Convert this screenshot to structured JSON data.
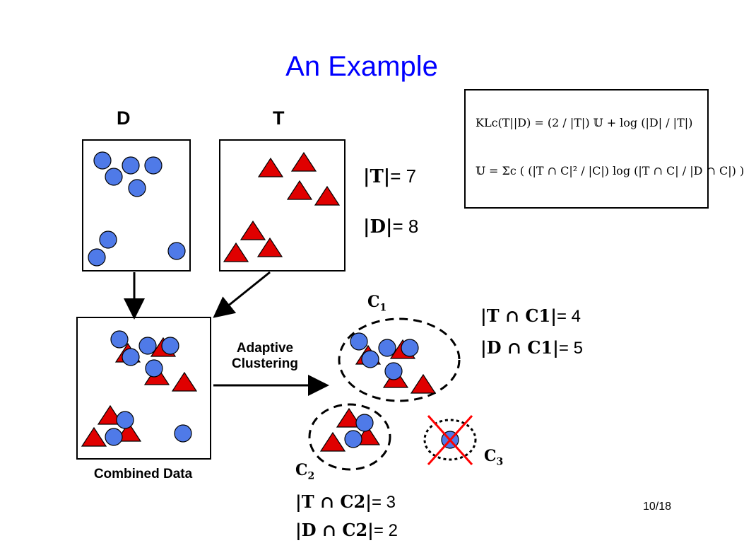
{
  "title": "An Example",
  "set_labels": {
    "d": "D",
    "t": "T"
  },
  "formula": {
    "line1": "KLc(T||D) = (2 / |T|) 𝕌 + log (|D| / |T|)",
    "line2": "𝕌 = Σc ( (|T ∩ C|² / |C|) log (|T ∩ C| / |D ∩ C|) )"
  },
  "counts": {
    "t_size": {
      "symbol": "|T|",
      "text": "= 7"
    },
    "d_size": {
      "symbol": "|D|",
      "text": "= 8"
    },
    "t_c1": {
      "symbol": "|T ∩ C1|",
      "text": "= 4"
    },
    "d_c1": {
      "symbol": "|D ∩ C1|",
      "text": "= 5"
    },
    "t_c2": {
      "symbol": "|T ∩ C2|",
      "text": "= 3"
    },
    "d_c2": {
      "symbol": "|D ∩ C2|",
      "text": "= 2"
    }
  },
  "captions": {
    "adaptive_clustering": "Adaptive Clustering",
    "combined_data": "Combined Data"
  },
  "clusters": {
    "c1": "C",
    "c1_sub": "1",
    "c2": "C",
    "c2_sub": "2",
    "c3": "C",
    "c3_sub": "3"
  },
  "page_number": "10/18",
  "colors": {
    "title": "#0000ff",
    "circle_fill": "#4f7ae8",
    "triangle_fill": "#e00000",
    "cross": "#ff0000"
  }
}
